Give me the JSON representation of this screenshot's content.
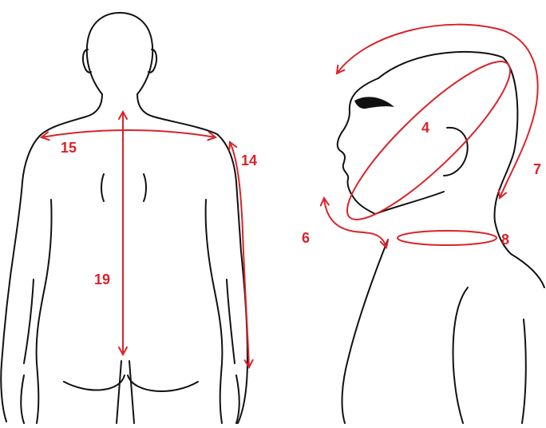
{
  "colors": {
    "accent": "#d9232a",
    "outline": "#111111",
    "background": "#ffffff"
  },
  "figures": {
    "back_view": {
      "labels": {
        "shoulder_width": "15",
        "sleeve_length": "14",
        "back_length": "19"
      }
    },
    "side_view": {
      "labels": {
        "head_diagonal": "4",
        "head_circumference": "7",
        "neck_to_chin": "6",
        "neck_circumference": "8"
      }
    }
  }
}
